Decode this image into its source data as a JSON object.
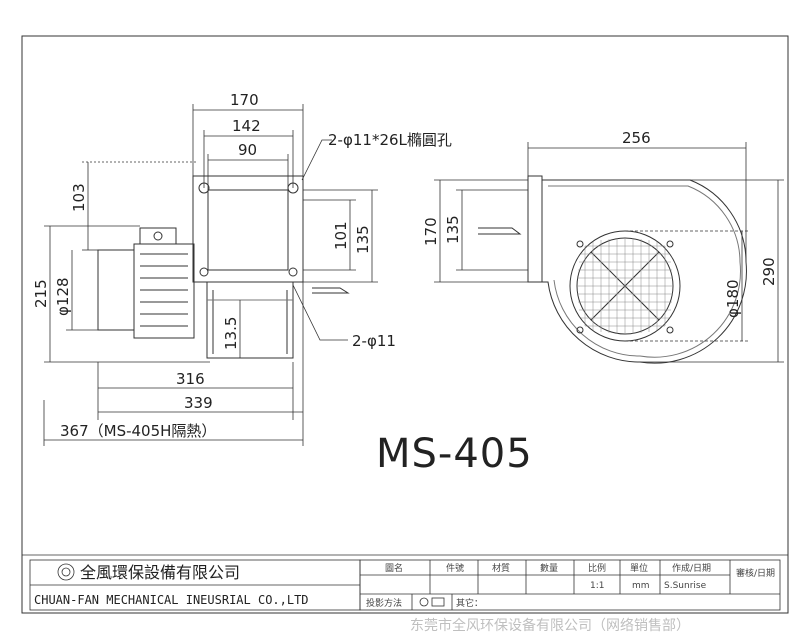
{
  "drawing": {
    "model": "MS-405",
    "side_view": {
      "dim_top_overall": "170",
      "dim_top_mid": "142",
      "dim_top_inner": "90",
      "hole_note_top": "2-φ11*26L橢圓孔",
      "hole_note_bottom": "2-φ11",
      "dim_left_103": "103",
      "dim_left_215": "215",
      "dim_left_128": "φ128",
      "dim_right_101": "101",
      "dim_right_135": "135",
      "dim_13_5": "13.5",
      "dim_bottom_316": "316",
      "dim_bottom_339": "339",
      "dim_bottom_367": "367（MS-405H隔熱）"
    },
    "front_view": {
      "dim_top_256": "256",
      "dim_left_170": "170",
      "dim_left_135": "135",
      "dim_phi_180": "φ180",
      "dim_right_290": "290"
    }
  },
  "title_block": {
    "company_cn": "全風環保設備有限公司",
    "company_en": "CHUAN-FAN MECHANICAL INEUSRIAL CO.,LTD",
    "headers": [
      "圖名",
      "件號",
      "材質",
      "數量",
      "比例",
      "單位",
      "作成/日期",
      "審核/日期"
    ],
    "values": [
      "",
      "",
      "",
      "",
      "1:1",
      "mm",
      "S.Sunrise",
      ""
    ],
    "projection_label": "投影方法",
    "notes_label": "其它："
  },
  "watermark": "东莞市全风环保设备有限公司（网络销售部）"
}
